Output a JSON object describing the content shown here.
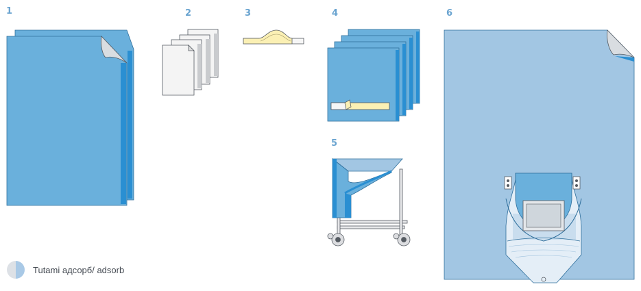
{
  "labels": {
    "item1": "1",
    "item2": "2",
    "item3": "3",
    "item4": "4",
    "item5": "5",
    "item6": "6"
  },
  "legend": {
    "text": "Tutami адсорб/ adsorb"
  },
  "colors": {
    "accent": "#6aa4d0",
    "drape_blue": "#6ab0dc",
    "drape_light": "#a2c6e3",
    "drape_edge": "#2a8fd2",
    "paper": "#f2f2f2",
    "tape": "#fbf0b4"
  }
}
